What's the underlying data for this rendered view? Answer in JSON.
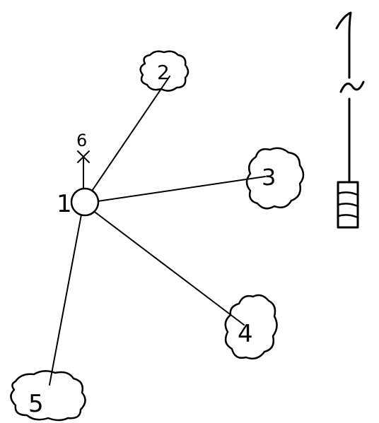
{
  "diagram": {
    "center_label": "1",
    "nodes": [
      {
        "label": "2"
      },
      {
        "label": "3"
      },
      {
        "label": "4"
      },
      {
        "label": "5"
      }
    ],
    "marker_label": "6",
    "colors": {
      "ink": "#000000",
      "background": "#ffffff"
    }
  }
}
